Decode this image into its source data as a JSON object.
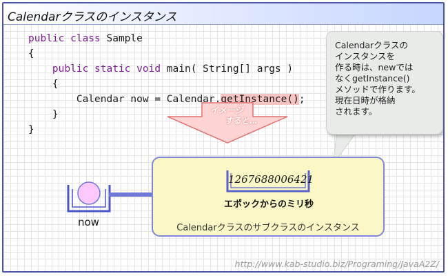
{
  "title": "Calendarクラスのインスタンス",
  "code": {
    "line1": {
      "kw": "public class",
      "rest": " Sample"
    },
    "line2": "{",
    "line3": {
      "kw": "public static void",
      "rest": " main( String[] args )"
    },
    "line4": "{",
    "line5": {
      "pre": "Calendar now = Calendar.",
      "hl": "getInstance()",
      "post": ";"
    },
    "line6": "}",
    "line7": "}"
  },
  "callout": {
    "text": "Calendarクラスの\nインスタンスを\n作る時は、newでは\nなくgetInstance()\nメソッドで作ります。\n現在日時が格納\nされます。"
  },
  "arrow": {
    "label": "イメージ\n     すると…"
  },
  "variable": {
    "name": "now"
  },
  "instance": {
    "value": "1267688006421",
    "value_caption": "エポックからのミリ秒",
    "caption": "Calendarクラスのサブクラスのインスタンス"
  },
  "url": "http://www.kab-studio.biz/Programing/JavaA2Z/",
  "colors": {
    "frame_border": "#4a55a8",
    "keyword": "#7a1e8c",
    "highlight": "#f6c3c3",
    "arrow_fill": "#ffd4d4",
    "arrow_stroke": "#e07070",
    "instance_fill": "#fbf7c6",
    "instance_border": "#7f88d6",
    "circle_fill": "#ffc8ff",
    "connector": "#7078d6"
  }
}
